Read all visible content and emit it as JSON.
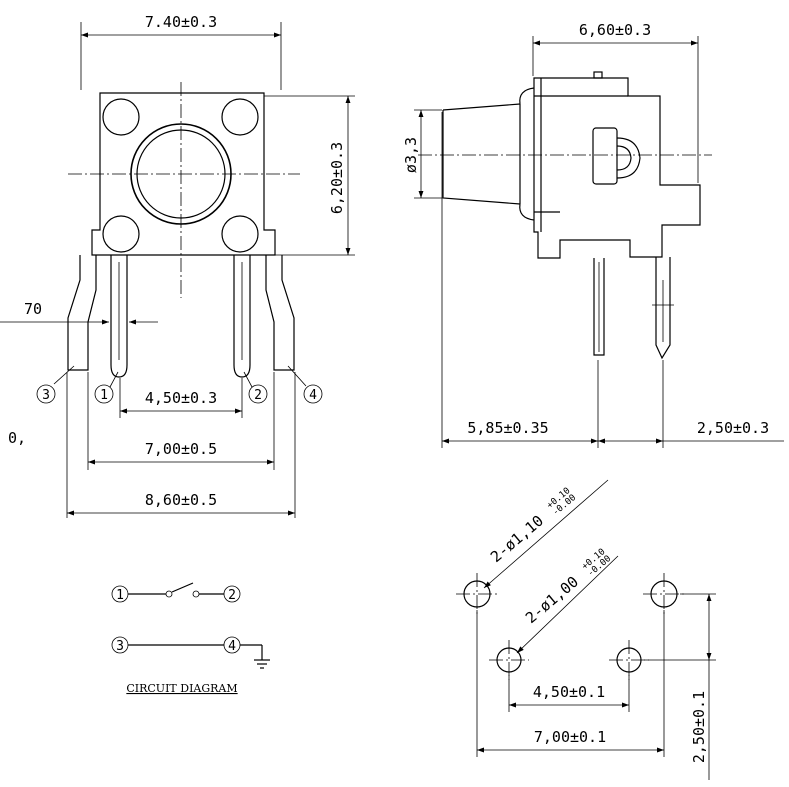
{
  "front_view": {
    "width_top": "7.40±0.3",
    "height_side": "6,20±0.3",
    "lead_offset": "70",
    "inner_pitch": "4,50±0.3",
    "outer_pitch": "7,00±0.5",
    "overall_width": "8,60±0.5",
    "stray_label": "0,",
    "pins": [
      "3",
      "1",
      "2",
      "4"
    ]
  },
  "side_view": {
    "depth_top": "6,60±0.3",
    "stem_diameter": "ø3,3",
    "left_offset": "5,85±0.35",
    "right_offset": "2,50±0.3"
  },
  "circuit": {
    "pins": [
      "1",
      "2",
      "3",
      "4"
    ],
    "caption": "CIRCUIT DIAGRAM"
  },
  "footprint": {
    "hole_large": "2-ø1,10",
    "hole_large_tol_plus": "+0.10",
    "hole_large_tol_minus": "-0.00",
    "hole_small": "2-ø1,00",
    "hole_small_tol_plus": "+0.10",
    "hole_small_tol_minus": "-0.00",
    "inner_pitch": "4,50±0.1",
    "outer_pitch": "7,00±0.1",
    "row_offset": "2,50±0.1"
  }
}
